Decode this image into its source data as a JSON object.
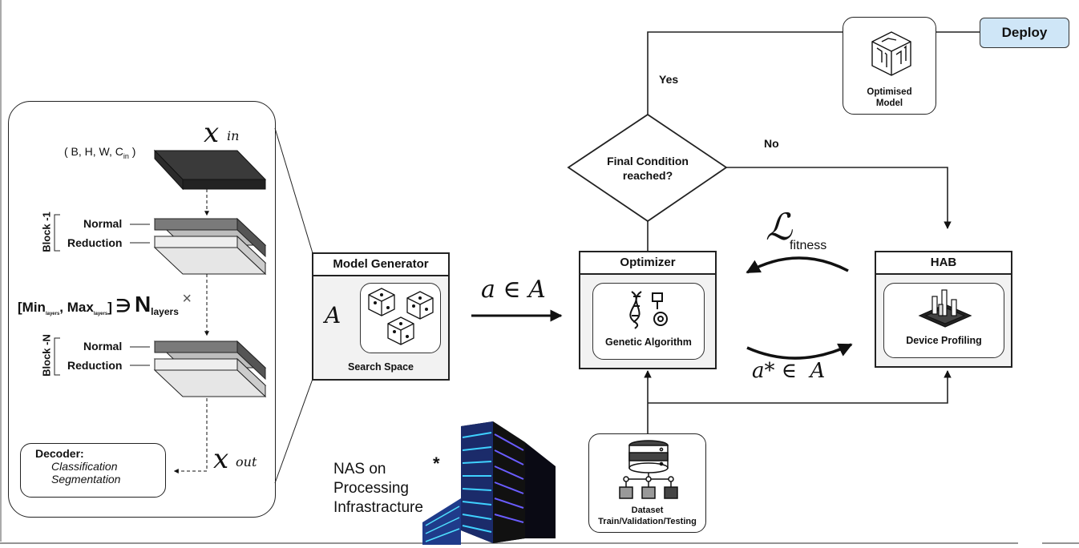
{
  "encoder": {
    "x_in_symbol": "𝑥",
    "x_in_sub": "in",
    "input_shape": "( B, H, W, C",
    "input_shape_sub": "in",
    "input_shape_close": ")",
    "block1_label": "Block -1",
    "blockN_label": "Block -N",
    "normal_label": "Normal",
    "reduction_label": "Reduction",
    "range_min": "[Min",
    "range_sub": "layers",
    "range_max": "Max",
    "range_close": "]",
    "superset_symbol": "∋",
    "n_symbol": "N",
    "n_sub": "layers",
    "times_symbol": "×",
    "x_out_symbol": "𝑥",
    "x_out_sub": "out",
    "decoder_title": "Decoder:",
    "decoder_items": [
      "Classification",
      "Segmentation"
    ]
  },
  "model_generator": {
    "title": "Model Generator",
    "symbol": "A",
    "caption": "Search Space",
    "icon": "dice-icon"
  },
  "edges": {
    "a_in_A": "a ∈ A",
    "a_star_in_A": "a* ∈  A",
    "loss_symbol": "ℒ",
    "loss_sub": "fitness"
  },
  "optimizer": {
    "title": "Optimizer",
    "caption": "Genetic Algorithm",
    "icon": "dna-gear-icon"
  },
  "hab": {
    "title": "HAB",
    "caption": "Device Profiling",
    "icon": "chip-icon"
  },
  "decision": {
    "label_line1": "Final Condition",
    "label_line2": "reached?",
    "yes": "Yes",
    "no": "No"
  },
  "optimised_model": {
    "line1": "Optimised",
    "line2": "Model",
    "icon": "circuit-cube-icon"
  },
  "deploy": {
    "label": "Deploy",
    "color": "#cfe6f7"
  },
  "dataset": {
    "line1": "Dataset",
    "line2": "Train/Validation/Testing",
    "icon": "database-icon"
  },
  "nas": {
    "lines": [
      "NAS on",
      "Processing",
      "Infrastracture"
    ],
    "asterisk": "*",
    "icon": "building-icon"
  }
}
